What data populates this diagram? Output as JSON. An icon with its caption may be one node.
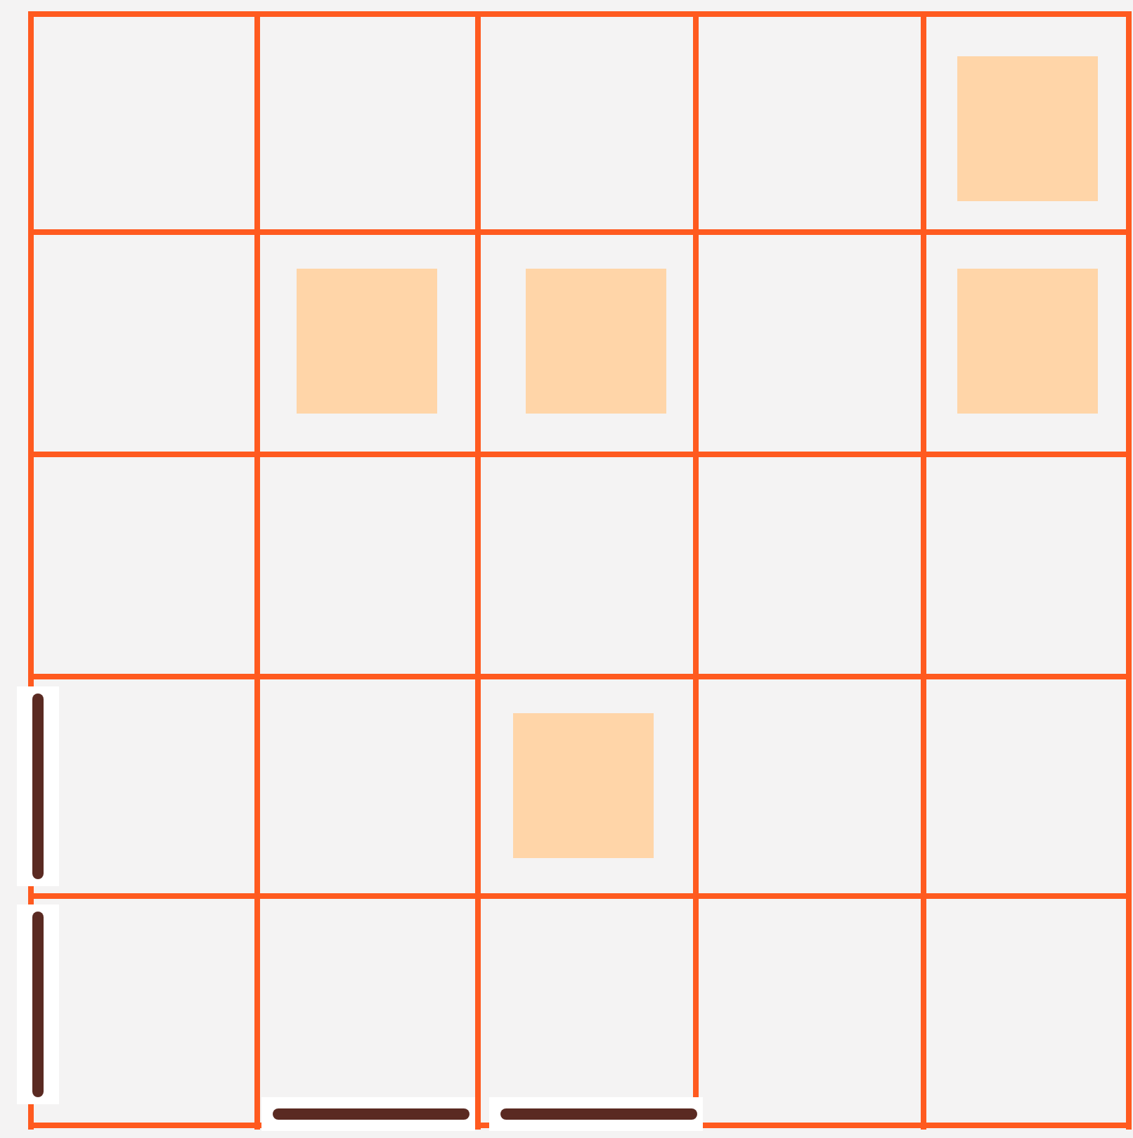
{
  "diagram": {
    "nodes": [
      {
        "text": [],
        "shape": "box"
      },
      {
        "text": [],
        "shape": "box"
      },
      {
        "text": [],
        "shape": "box"
      },
      {
        "text": [],
        "shape": "box"
      },
      {
        "text": [],
        "shape": "bar"
      },
      {
        "text": [],
        "shape": "box"
      },
      {
        "text": [],
        "shape": "bar"
      },
      {
        "text": [],
        "shape": "bar"
      },
      {
        "text": [],
        "shape": "bar"
      }
    ]
  }
}
